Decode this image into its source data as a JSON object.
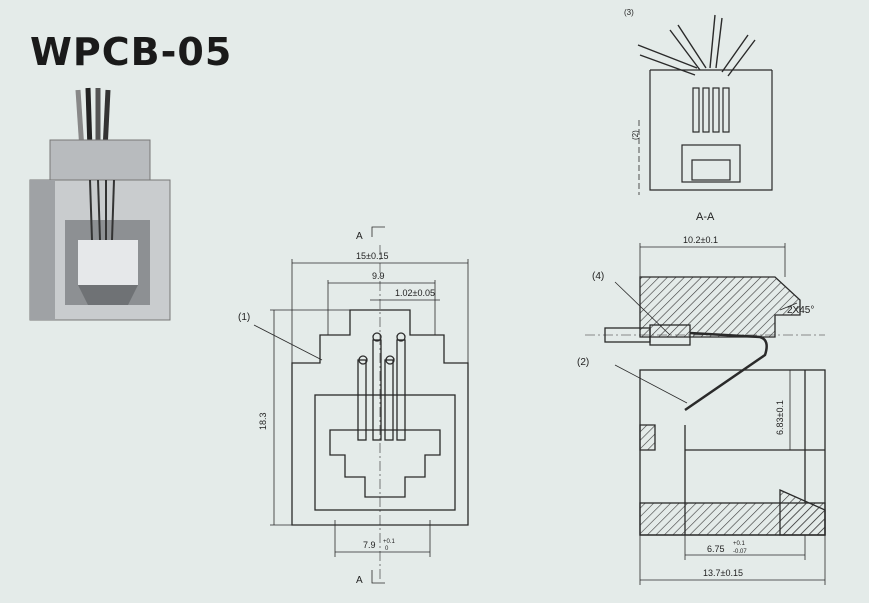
{
  "title": "WPCB-05",
  "top_view": {
    "label_a_a": "A-A",
    "label_side": "(2)",
    "label_callout": "(3)"
  },
  "front_view": {
    "section_mark_top": "A",
    "section_mark_bottom": "A",
    "dim_overall_width": "15±0.15",
    "dim_inner_width": "9.9",
    "dim_pitch": "1.02±0.05",
    "dim_height": "18.3",
    "dim_bottom": "7.9",
    "dim_bottom_tol_upper": "+0.1",
    "dim_bottom_tol_lower": "0",
    "callout_1": "(1)"
  },
  "section_view": {
    "dim_top_width": "10.2±0.1",
    "dim_chamfer": "2X45°",
    "dim_height": "6.83±0.1",
    "dim_inner": "6.75",
    "dim_inner_tol_upper": "+0.1",
    "dim_inner_tol_lower": "-0.07",
    "dim_bottom_width": "13.7±0.15",
    "callout_4": "(4)",
    "callout_2": "(2)"
  },
  "colors": {
    "background": "#e4ebe9",
    "line": "#2a2a2a",
    "hatch": "#3a3a3a",
    "jack_body": "#c9ccce",
    "jack_shadow": "#8d9093"
  }
}
